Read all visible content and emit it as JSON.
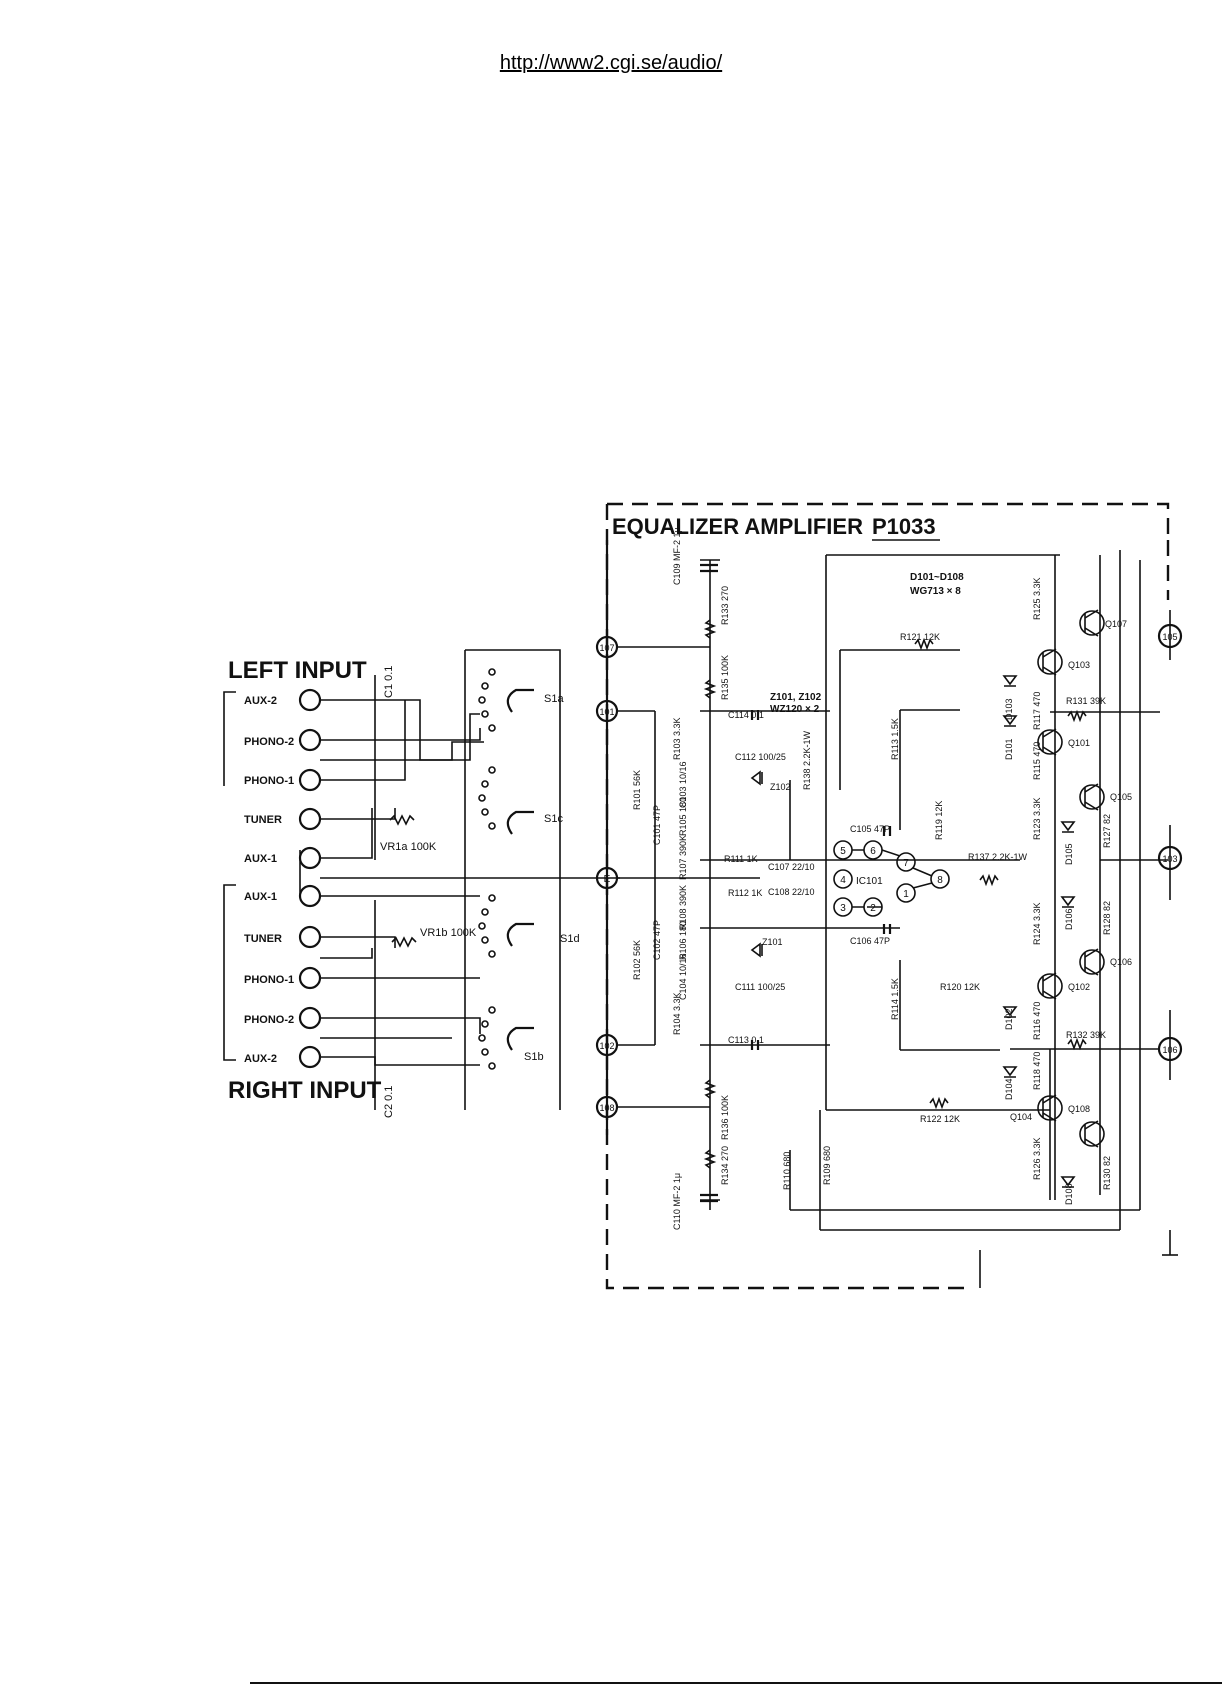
{
  "header": {
    "url": "http://www2.cgi.se/audio/"
  },
  "section": {
    "title": "EQUALIZER  AMPLIFIER",
    "board": "P1033"
  },
  "inputs": {
    "left_title": "LEFT  INPUT",
    "right_title": "RIGHT  INPUT",
    "left_jacks": [
      "AUX-2",
      "PHONO-2",
      "PHONO-1",
      "TUNER",
      "AUX-1"
    ],
    "right_jacks": [
      "AUX-1",
      "TUNER",
      "PHONO-1",
      "PHONO-2",
      "AUX-2"
    ],
    "c1": "C1 0.1",
    "c2": "C2 0.1",
    "vr1a": "VR1a 100K",
    "vr1b": "VR1b 100K",
    "switches": [
      "S1a",
      "S1c",
      "S1d",
      "S1b"
    ]
  },
  "terminals": [
    "107",
    "101",
    "E",
    "102",
    "108"
  ],
  "out_terminals": [
    "105",
    "103",
    "106"
  ],
  "components": {
    "d_note": "D101~D108",
    "d_type": "WG713 × 8",
    "z_note": "Z101, Z102",
    "z_type": "WZ120 × 2",
    "ic": "IC101",
    "c109": "C109 MF-2 1μ",
    "c110": "C110 MF-2 1μ",
    "r133": "R133 270",
    "r134": "R134 270",
    "r135": "R135 100K",
    "r136": "R136 100K",
    "c114": "C114 0.1",
    "c113": "C113 0.1",
    "c112": "C112 100/25",
    "c111": "C111 100/25",
    "r103": "R103 3.3K",
    "r104": "R104 3.3K",
    "r101": "R101 56K",
    "r102": "R102 56K",
    "c101": "C101 47P",
    "c102": "C102 47P",
    "c103": "C103 10/16",
    "c104": "C104 10/16",
    "r105": "R105 180",
    "r106": "R106 180",
    "r107": "R107 390K",
    "r108": "R108 390K",
    "r111": "R111 1K",
    "r112": "R112 1K",
    "c107": "C107 22/10",
    "c108": "C108 22/10",
    "z102": "Z102",
    "z101": "Z101",
    "r138": "R138 2.2K-1W",
    "r137": "R137 2.2K-1W",
    "c105": "C105 47P",
    "c106": "C106 47P",
    "r113": "R113 1.5K",
    "r114": "R114 1.5K",
    "r119": "R119 12K",
    "r120": "R120 12K",
    "r121": "R121 12K",
    "r122": "R122 12K",
    "r125": "R125 3.3K",
    "r123": "R123 3.3K",
    "r124": "R124 3.3K",
    "r126": "R126 3.3K",
    "r117": "R117 470",
    "r115": "R115 470",
    "r116": "R116 470",
    "r118": "R118 470",
    "r131": "R131 39K",
    "r132": "R132 39K",
    "r127": "R127 82",
    "r128": "R128 82",
    "r130": "R130 82",
    "r110": "R110 680",
    "r109": "R109 680",
    "transistors": [
      "Q107",
      "Q103",
      "Q101",
      "Q105",
      "Q106",
      "Q102",
      "Q104",
      "Q108"
    ],
    "diodes": [
      "D103",
      "D101",
      "D105",
      "D106",
      "D102",
      "D104",
      "D108"
    ],
    "ic_pins": [
      "5",
      "6",
      "7",
      "4",
      "2",
      "3",
      "1",
      "8"
    ]
  }
}
